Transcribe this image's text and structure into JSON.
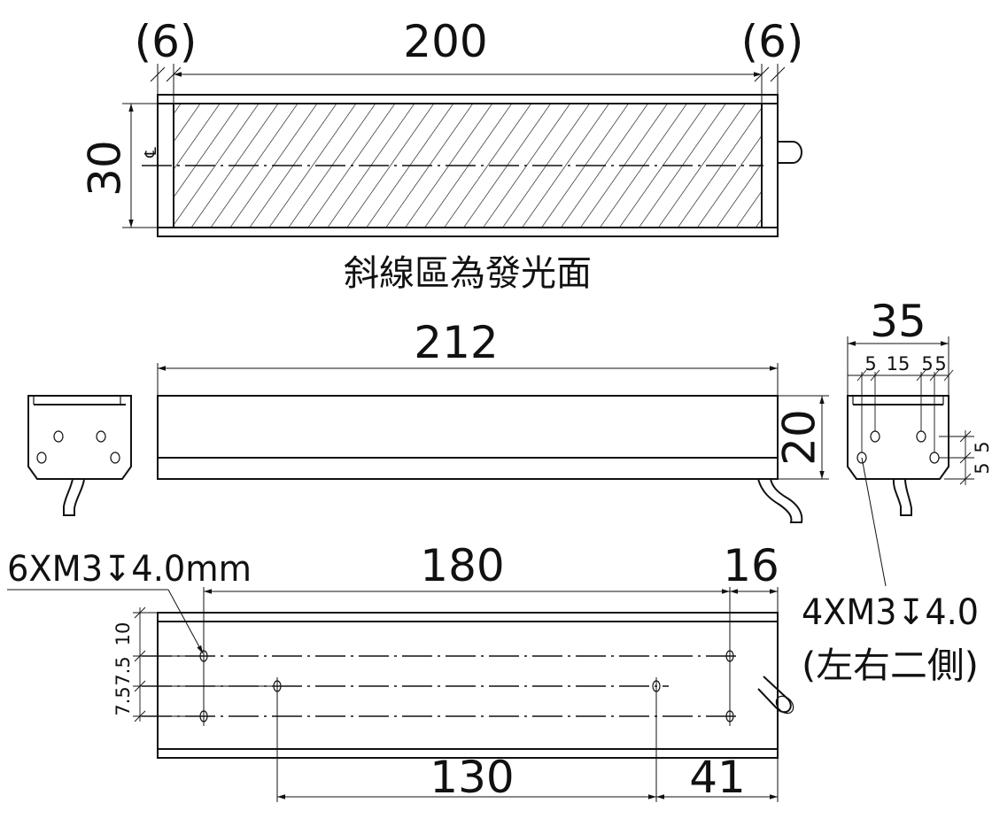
{
  "top_view": {
    "dim_left_margin": "(6)",
    "dim_width": "200",
    "dim_right_margin": "(6)",
    "dim_height": "30",
    "centerline_symbol": "℄",
    "caption": "斜線區為發光面"
  },
  "front_view": {
    "dim_length": "212",
    "dim_height": "20"
  },
  "side_view": {
    "dim_width": "35",
    "dim_sub_5a": "5",
    "dim_sub_15": "15",
    "dim_sub_5b": "5",
    "dim_sub_5c": "5",
    "dim_vert_5a": "5",
    "dim_vert_5b": "5"
  },
  "bottom_view": {
    "hole_callout": "6XM3↧4.0mm",
    "dim_hole_span": "180",
    "dim_end_offset": "16",
    "dim_inner_span": "130",
    "dim_inner_offset": "41",
    "dim_v_10": "10",
    "dim_v_7_5a": "7.5",
    "dim_v_7_5b": "7.5",
    "side_callout_line1": "4XM3↧4.0",
    "side_callout_line2": "(左右二側)"
  }
}
